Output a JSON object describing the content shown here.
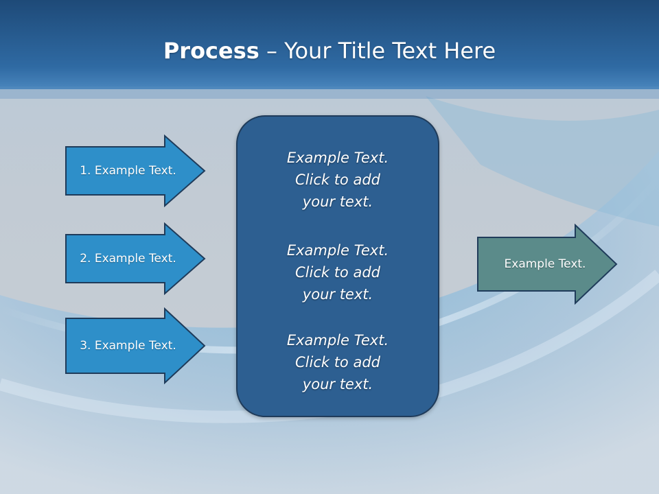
{
  "slide": {
    "title_bold": "Process",
    "title_rest": " – Your Title Text Here",
    "input_arrows": [
      {
        "label": "1. Example Text."
      },
      {
        "label": "2. Example Text."
      },
      {
        "label": "3. Example Text."
      }
    ],
    "center_blocks": [
      {
        "line1": "Example Text.",
        "line2": "Click  to add",
        "line3": "your text."
      },
      {
        "line1": "Example Text.",
        "line2": "Click  to add",
        "line3": "your text."
      },
      {
        "line1": "Example Text.",
        "line2": "Click  to add",
        "line3": "your text."
      }
    ],
    "output_arrow": {
      "label": "Example Text."
    }
  },
  "colors": {
    "header_dark": "#23507f",
    "input_arrow_fill": "#2e8fc9",
    "output_arrow_fill": "#5b8b8a",
    "panel_fill": "#2d5f91",
    "stroke": "#1f3b5a"
  }
}
